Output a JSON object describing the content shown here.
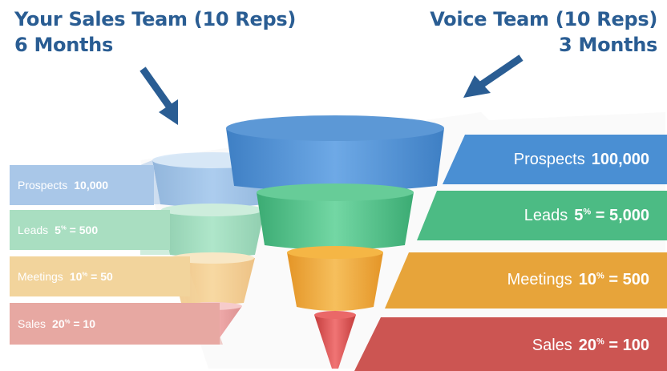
{
  "left_team": {
    "title_line1": "Your Sales Team (10 Reps)",
    "title_line2": "6 Months",
    "color": "#2a5d93",
    "stages": [
      {
        "label": "Prospects",
        "value": "10,000",
        "sup": "",
        "color": "#a9c7e8"
      },
      {
        "label": "Leads",
        "value_pre": "5",
        "sup": "%",
        "value_post": " = 500",
        "color": "#a9dec1"
      },
      {
        "label": "Meetings",
        "value_pre": "10",
        "sup": "%",
        "value_post": " = 50",
        "color": "#f2d49c"
      },
      {
        "label": "Sales",
        "value_pre": "20",
        "sup": "%",
        "value_post": " = 10",
        "color": "#e7a8a2"
      }
    ]
  },
  "right_team": {
    "title_line1": "Voice Team (10 Reps)",
    "title_line2": "3 Months",
    "color": "#2a5d93",
    "stages": [
      {
        "label": "Prospects",
        "value": "100,000",
        "color": "#4a8fd3"
      },
      {
        "label": "Leads",
        "value_pre": "5",
        "sup": "%",
        "value_post": " = 5,000",
        "color": "#4cbb84"
      },
      {
        "label": "Meetings",
        "value_pre": "10",
        "sup": "%",
        "value_post": " = 500",
        "color": "#e7a43a"
      },
      {
        "label": "Sales",
        "value_pre": "20",
        "sup": "%",
        "value_post": " = 100",
        "color": "#cc5552"
      }
    ]
  },
  "arrow_color": "#2a5d93"
}
